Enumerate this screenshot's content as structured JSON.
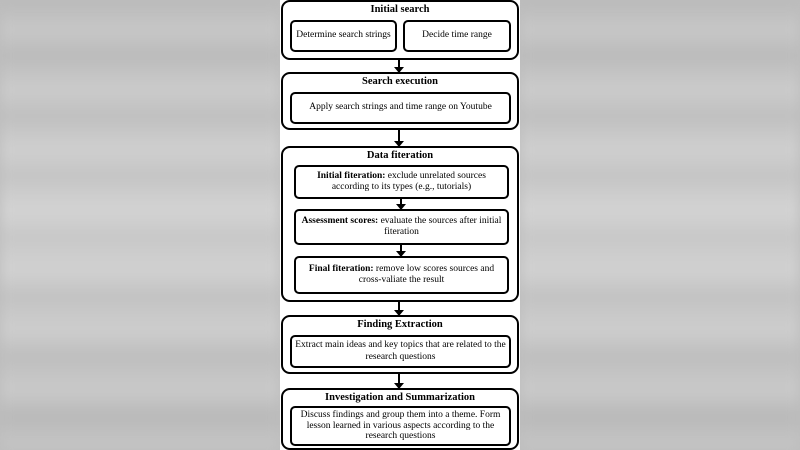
{
  "diagram": {
    "stages": [
      {
        "title": "Initial search",
        "steps": [
          {
            "text": "Determine search strings"
          },
          {
            "text": "Decide time range"
          }
        ]
      },
      {
        "title": "Search execution",
        "steps": [
          {
            "text": "Apply search strings and time range on Youtube"
          }
        ]
      },
      {
        "title": "Data fiteration",
        "steps": [
          {
            "bold": "Initial fiteration:",
            "text": " exclude unrelated sources according to its types (e.g., tutorials)"
          },
          {
            "bold": "Assessment scores:",
            "text": " evaluate the sources after initial fiteration"
          },
          {
            "bold": "Final fiteration:",
            "text": " remove low scores sources and cross-valiate the result"
          }
        ]
      },
      {
        "title": "Finding Extraction",
        "steps": [
          {
            "text": "Extract main ideas and key topics that are related to the research questions"
          }
        ]
      },
      {
        "title": "Investigation and Summarization",
        "steps": [
          {
            "text": "Discuss findings and group them into a theme. Form lesson learned in various aspects according to the research questions"
          }
        ]
      }
    ]
  }
}
